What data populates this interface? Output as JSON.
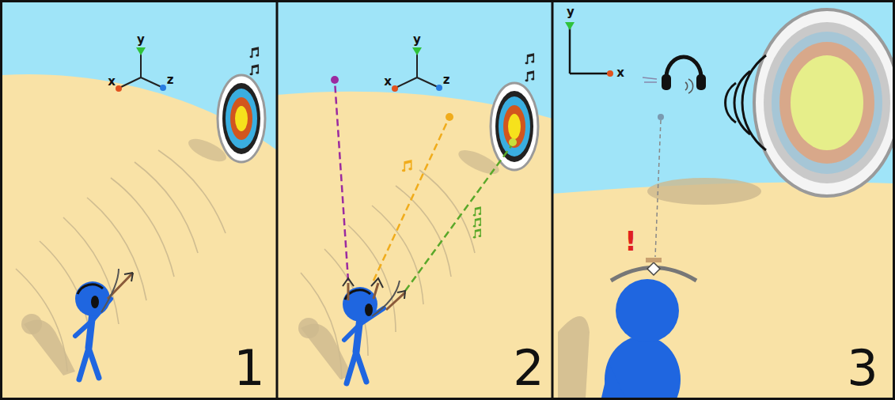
{
  "diagram": {
    "labels": [
      "y",
      "x",
      "z",
      "1",
      "y",
      "x",
      "z",
      "2",
      "y",
      "x",
      "!",
      "3"
    ]
  }
}
